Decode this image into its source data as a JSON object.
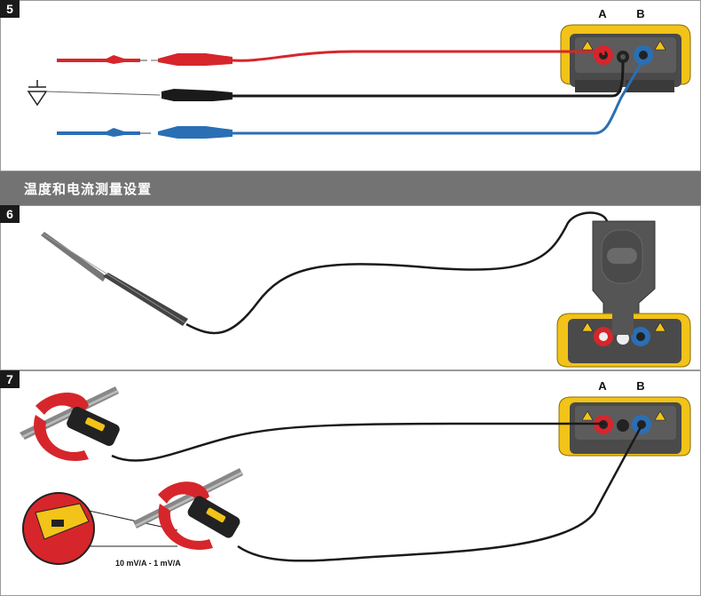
{
  "steps": [
    {
      "number": "5"
    },
    {
      "number": "6"
    },
    {
      "number": "7"
    }
  ],
  "section_title": "温度和电流测量设置",
  "input_labels": {
    "a": "A",
    "b": "B"
  },
  "clamp_scale_label": "10 mV/A - 1 mV/A",
  "colors": {
    "red": "#d6262b",
    "blue": "#2a6fb4",
    "black": "#1a1a1a",
    "yellow": "#f2c318",
    "gray_banner": "#737373"
  }
}
